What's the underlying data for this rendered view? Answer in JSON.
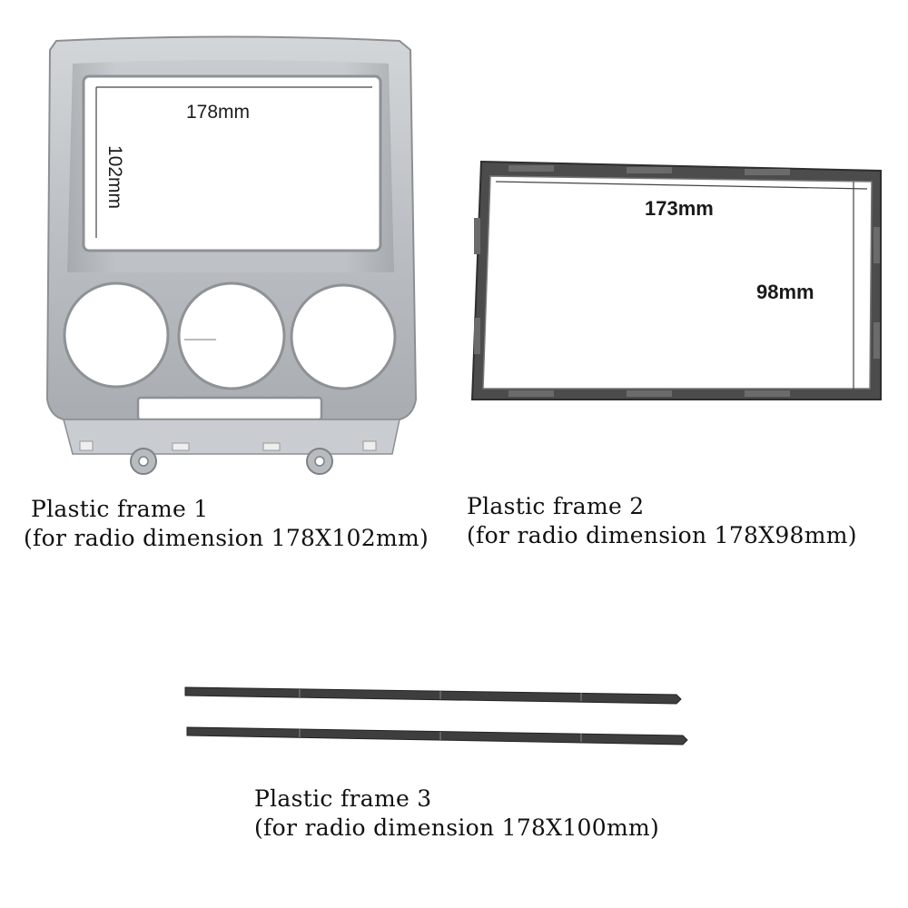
{
  "frame1": {
    "width_label": "178mm",
    "height_label": "102mm",
    "caption_title": "Plastic frame 1",
    "caption_detail": "(for radio dimension 178X102mm)"
  },
  "frame2": {
    "width_label": "173mm",
    "height_label": "98mm",
    "caption_title": "Plastic frame 2",
    "caption_detail": "(for radio dimension 178X98mm)"
  },
  "frame3": {
    "caption_title": "Plastic frame 3",
    "caption_detail": "(for radio dimension 178X100mm)"
  },
  "colors": {
    "bezel_silver": "#b9bdc1",
    "bezel_edge": "#8d9296",
    "cage_dark": "#4a4a4a",
    "strip_dark": "#3e3e3e"
  }
}
